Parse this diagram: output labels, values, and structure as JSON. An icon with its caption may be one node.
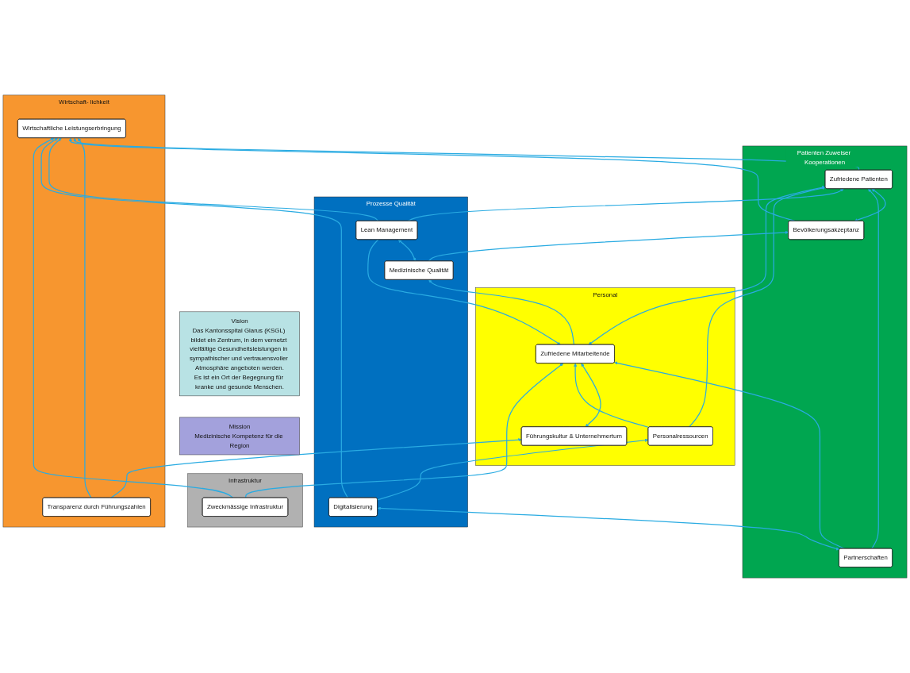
{
  "diagram": {
    "nodes": [
      {
        "text": [
          "Vision",
          "Das Kantonsspital Glarus (KSGL) bildet ein Zentrum, in dem vernetzt vielfältige Gesundheitsleistungen in sympathischer und vertrauensvoller Atmosphäre angeboten werden.",
          "Es ist ein Ort der Begegnung für kranke und gesunde Menschen."
        ]
      },
      {
        "text": [
          "Mission",
          "Medizinische Kompetenz für die Region"
        ]
      },
      {
        "text": [
          "Wirtschaft- lichkeit"
        ]
      },
      {
        "text": [
          "Transparenz durch Führungszahlen"
        ],
        "in": 2
      },
      {
        "text": [
          "Wirtschaftliche Leistungserbringung"
        ],
        "in": 2
      },
      {
        "text": [
          "Patienten Zuweiser Kooperationen"
        ]
      },
      {
        "text": [
          "Bevölkerungsakzeptanz"
        ],
        "in": 5
      },
      {
        "text": [
          "Zufriedene Patienten"
        ],
        "in": 5
      },
      {
        "text": [
          "Partnerschaften"
        ],
        "in": 5
      },
      {
        "text": [
          "Prozesse Qualität"
        ]
      },
      {
        "text": [
          "Medizinische Qualität"
        ],
        "in": 9
      },
      {
        "text": [
          "Lean Management"
        ],
        "in": 9
      },
      {
        "text": [
          "Digitalisierung"
        ],
        "in": 9
      },
      {
        "text": [
          "Personal"
        ]
      },
      {
        "text": [
          "Führungskultur & Unternehmertum"
        ],
        "in": 13
      },
      {
        "text": [
          "Zufriedene Mitarbeitende"
        ],
        "in": 13
      },
      {
        "text": [
          "Personalressourcen"
        ],
        "in": 13
      },
      {
        "text": [
          "Infrastruktur"
        ]
      },
      {
        "text": [
          "Zweckmässige Infrastruktur"
        ],
        "in": 17
      }
    ],
    "edges": [
      {
        "from": 3,
        "to": 4,
        "arrow": "to"
      },
      {
        "from": 3,
        "to": 14,
        "arrow": "to"
      },
      {
        "from": 7,
        "to": 4,
        "arrow": "to"
      },
      {
        "from": 6,
        "to": 4,
        "arrow": "to"
      },
      {
        "from": 11,
        "to": 4,
        "arrow": "to"
      },
      {
        "from": 12,
        "to": 4,
        "arrow": "to"
      },
      {
        "from": 18,
        "to": 4,
        "arrow": "to"
      },
      {
        "from": 6,
        "to": 7,
        "arrow": "both"
      },
      {
        "from": 8,
        "to": 7,
        "arrow": "to"
      },
      {
        "from": 8,
        "to": 15,
        "arrow": "to"
      },
      {
        "from": 8,
        "to": 12,
        "arrow": "both"
      },
      {
        "from": 10,
        "to": 6,
        "arrow": "to"
      },
      {
        "from": 11,
        "to": 7,
        "arrow": "to"
      },
      {
        "from": 7,
        "to": 15,
        "arrow": "both"
      },
      {
        "from": 10,
        "to": 11,
        "arrow": "both"
      },
      {
        "from": 15,
        "to": 10,
        "arrow": "to"
      },
      {
        "from": 14,
        "to": 15,
        "arrow": "both"
      },
      {
        "from": 11,
        "to": 15,
        "arrow": "to"
      },
      {
        "from": 12,
        "to": 16,
        "arrow": "to"
      },
      {
        "from": 16,
        "to": 15,
        "arrow": "to"
      },
      {
        "from": 16,
        "to": 7,
        "arrow": "to"
      },
      {
        "from": 18,
        "to": 15,
        "arrow": "to"
      }
    ]
  }
}
